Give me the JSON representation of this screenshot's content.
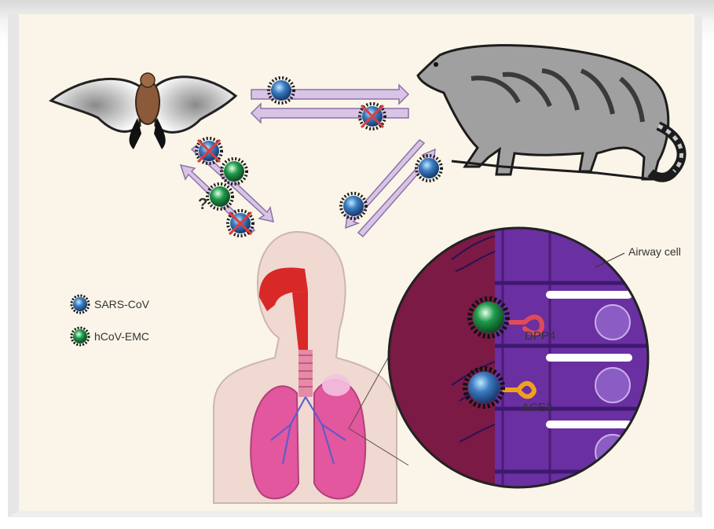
{
  "legend": {
    "items": [
      {
        "label": "SARS-CoV",
        "color": "#3a7cc0"
      },
      {
        "label": "hCoV-EMC",
        "color": "#1e9a4a"
      }
    ]
  },
  "labels": {
    "airway_cell": "Airway cell",
    "dpp4": "DPP4",
    "ace2": "ACE2",
    "question_mark": "?"
  },
  "colors": {
    "background": "#faf5e8",
    "arrow": "#d9c4e6",
    "cell_purple": "#6a2fa0",
    "tissue": "#7a1a45",
    "lung": "#e2579e"
  }
}
